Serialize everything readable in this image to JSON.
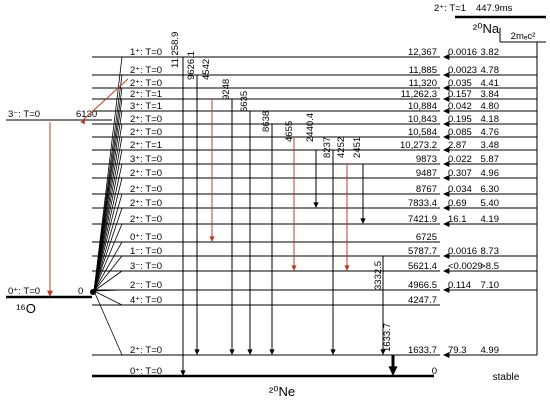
{
  "parent": {
    "label": "2⁺: T=1",
    "halflife": "447.9ms",
    "name": "²⁰Na",
    "mass_label": "2mₑc²"
  },
  "o16": {
    "name": "¹⁶O",
    "levels": [
      {
        "label": "3⁻: T=0",
        "energy": "6130"
      },
      {
        "label": "0⁺: T=0",
        "energy": "0"
      }
    ]
  },
  "ne20": {
    "name": "²⁰Ne",
    "ground_branch": "stable",
    "levels": [
      {
        "label": "1⁺: T=0",
        "energy": "12,367",
        "branch": "0.0016",
        "logft": "3.82"
      },
      {
        "label": "2⁺: T=0",
        "energy": "11,885",
        "branch": "0.0023",
        "logft": "4.78"
      },
      {
        "label": "2⁺: T=0",
        "energy": "11,320",
        "branch": "0.035",
        "logft": "4.41"
      },
      {
        "label": "2⁺: T=1",
        "energy": "11,262.3",
        "branch": "0.157",
        "logft": "3.84"
      },
      {
        "label": "3⁺: T=1",
        "energy": "10,884",
        "branch": "0.042",
        "logft": "4.80"
      },
      {
        "label": "2⁺: T=0",
        "energy": "10,843",
        "branch": "0.195",
        "logft": "4.18"
      },
      {
        "label": "2⁺: T=0",
        "energy": "10,584",
        "branch": "0.085",
        "logft": "4.76"
      },
      {
        "label": "2⁺: T=1",
        "energy": "10,273.2",
        "branch": "2.87",
        "logft": "3.48"
      },
      {
        "label": "3⁺: T=0",
        "energy": "9873",
        "branch": "0.022",
        "logft": "5.87"
      },
      {
        "label": "2⁺: T=0",
        "energy": "9487",
        "branch": "0.307",
        "logft": "4.96"
      },
      {
        "label": "2⁺: T=0",
        "energy": "8767",
        "branch": "0.034",
        "logft": "6.30"
      },
      {
        "label": "2⁺: T=0",
        "energy": "7833.4",
        "branch": "0.69",
        "logft": "5.40"
      },
      {
        "label": "2⁺: T=0",
        "energy": "7421.9",
        "branch": "16.1",
        "logft": "4.19"
      },
      {
        "label": "0⁺: T=0",
        "energy": "6725",
        "branch": "",
        "logft": ""
      },
      {
        "label": "1⁻: T=0",
        "energy": "5787.7",
        "branch": "0.0016",
        "logft": "8.73"
      },
      {
        "label": "3⁻: T=0",
        "energy": "5621.4",
        "branch": "<0.0029",
        "logft": ">8.5"
      },
      {
        "label": "2⁻: T=0",
        "energy": "4966.5",
        "branch": "0.114",
        "logft": "7.10"
      },
      {
        "label": "4⁺: T=0",
        "energy": "4247.7",
        "branch": "",
        "logft": ""
      },
      {
        "label": "2⁺: T=0",
        "energy": "1633.7",
        "branch": "79.3",
        "logft": "4.99"
      },
      {
        "label": "0⁺: T=0",
        "energy": "0",
        "branch": "",
        "logft": ""
      }
    ]
  },
  "gammas": [
    {
      "energy": "11,258.9"
    },
    {
      "energy": "9626.1"
    },
    {
      "energy": "4542"
    },
    {
      "energy": "9248"
    },
    {
      "energy": "6635"
    },
    {
      "energy": "8638"
    },
    {
      "energy": "4655"
    },
    {
      "energy": "2440.4"
    },
    {
      "energy": "8237"
    },
    {
      "energy": "4252"
    },
    {
      "energy": "2451"
    },
    {
      "energy": "3332.5"
    },
    {
      "energy": "1633.7"
    }
  ],
  "colors": {
    "line": "#000000",
    "alpha_decay": "#b5402a"
  }
}
